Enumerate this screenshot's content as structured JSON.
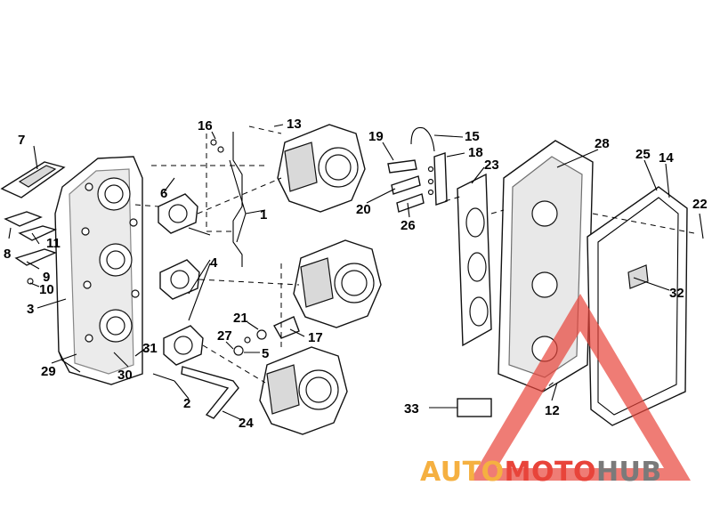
{
  "callouts": [
    {
      "id": "1",
      "label": "1"
    },
    {
      "id": "2",
      "label": "2"
    },
    {
      "id": "3",
      "label": "3"
    },
    {
      "id": "4",
      "label": "4"
    },
    {
      "id": "5",
      "label": "5"
    },
    {
      "id": "6",
      "label": "6"
    },
    {
      "id": "7",
      "label": "7"
    },
    {
      "id": "8",
      "label": "8"
    },
    {
      "id": "9",
      "label": "9"
    },
    {
      "id": "10",
      "label": "10"
    },
    {
      "id": "11",
      "label": "11"
    },
    {
      "id": "12",
      "label": "12"
    },
    {
      "id": "13",
      "label": "13"
    },
    {
      "id": "14",
      "label": "14"
    },
    {
      "id": "15",
      "label": "15"
    },
    {
      "id": "16",
      "label": "16"
    },
    {
      "id": "17",
      "label": "17"
    },
    {
      "id": "18",
      "label": "18"
    },
    {
      "id": "19",
      "label": "19"
    },
    {
      "id": "20",
      "label": "20"
    },
    {
      "id": "21",
      "label": "21"
    },
    {
      "id": "22",
      "label": "22"
    },
    {
      "id": "23",
      "label": "23"
    },
    {
      "id": "24",
      "label": "24"
    },
    {
      "id": "25",
      "label": "25"
    },
    {
      "id": "26",
      "label": "26"
    },
    {
      "id": "27",
      "label": "27"
    },
    {
      "id": "28",
      "label": "28"
    },
    {
      "id": "29",
      "label": "29"
    },
    {
      "id": "30",
      "label": "30"
    },
    {
      "id": "31",
      "label": "31"
    },
    {
      "id": "32",
      "label": "32"
    },
    {
      "id": "33",
      "label": "33"
    }
  ],
  "watermark": {
    "part1": "AUTO",
    "part2": "MOTO",
    "part3": "HUB",
    "color1": "#f5b041",
    "color2": "#e8443a",
    "color3": "#7a7a7a",
    "triangle_color": "#e8443a"
  }
}
